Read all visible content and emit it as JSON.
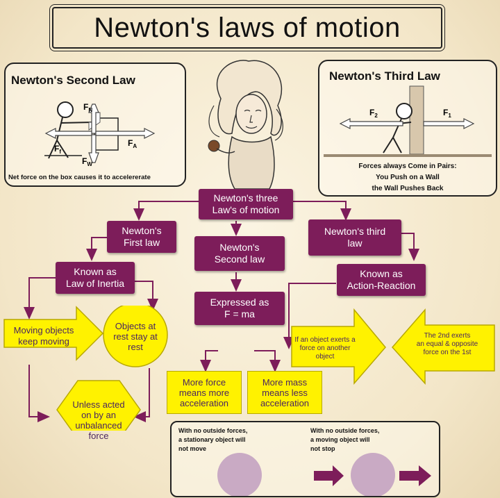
{
  "title": "Newton's laws of motion",
  "second_law_panel": {
    "title": "Newton's Second Law",
    "caption": "Net force on the box causes it to accelererate",
    "labels": {
      "fn": "F",
      "fn_sub": "N",
      "ff": "F",
      "ff_sub": "f",
      "fa": "F",
      "fa_sub": "A",
      "fw": "F",
      "fw_sub": "W"
    }
  },
  "third_law_panel": {
    "title": "Newton's Third Law",
    "labels": {
      "f2": "F",
      "f2_sub": "2",
      "f1": "F",
      "f1_sub": "1"
    },
    "caption_lines": [
      "Forces always Come in Pairs:",
      "You Push on a Wall",
      "the Wall Pushes Back"
    ]
  },
  "flow": {
    "root": [
      "Newton's three",
      "Law's of motion"
    ],
    "first_law": [
      "Newton's",
      "First law"
    ],
    "second_law": [
      "Newton's",
      "Second law"
    ],
    "third_law": [
      "Newton's third",
      "law"
    ],
    "inertia": [
      "Known as",
      "Law of Inertia"
    ],
    "action_reaction": [
      "Known as",
      "Action-Reaction"
    ],
    "expressed": [
      "Expressed as",
      "F = ma"
    ],
    "moving": [
      "Moving objects",
      "keep moving"
    ],
    "rest": [
      "Objects at",
      "rest stay at",
      "rest"
    ],
    "unless": [
      "Unless acted",
      "on by an",
      "unbalanced",
      "force"
    ],
    "more_force": [
      "More force",
      "means more",
      "acceleration"
    ],
    "more_mass": [
      "More mass",
      "means less",
      "acceleration"
    ],
    "exerts": [
      "If an object exerts a",
      "force on another",
      "object"
    ],
    "second_exerts": [
      "The 2nd exerts",
      "an equal & opposite",
      "force on the 1st"
    ]
  },
  "bottom_panel": {
    "left_lines": [
      "With no outside forces,",
      "a stationary object will",
      "not move"
    ],
    "right_lines": [
      "With no outside forces,",
      "a moving object will",
      "not stop"
    ]
  },
  "colors": {
    "purple": "#7d1d5a",
    "yellow": "#fff200",
    "ball": "#c9aac4"
  }
}
